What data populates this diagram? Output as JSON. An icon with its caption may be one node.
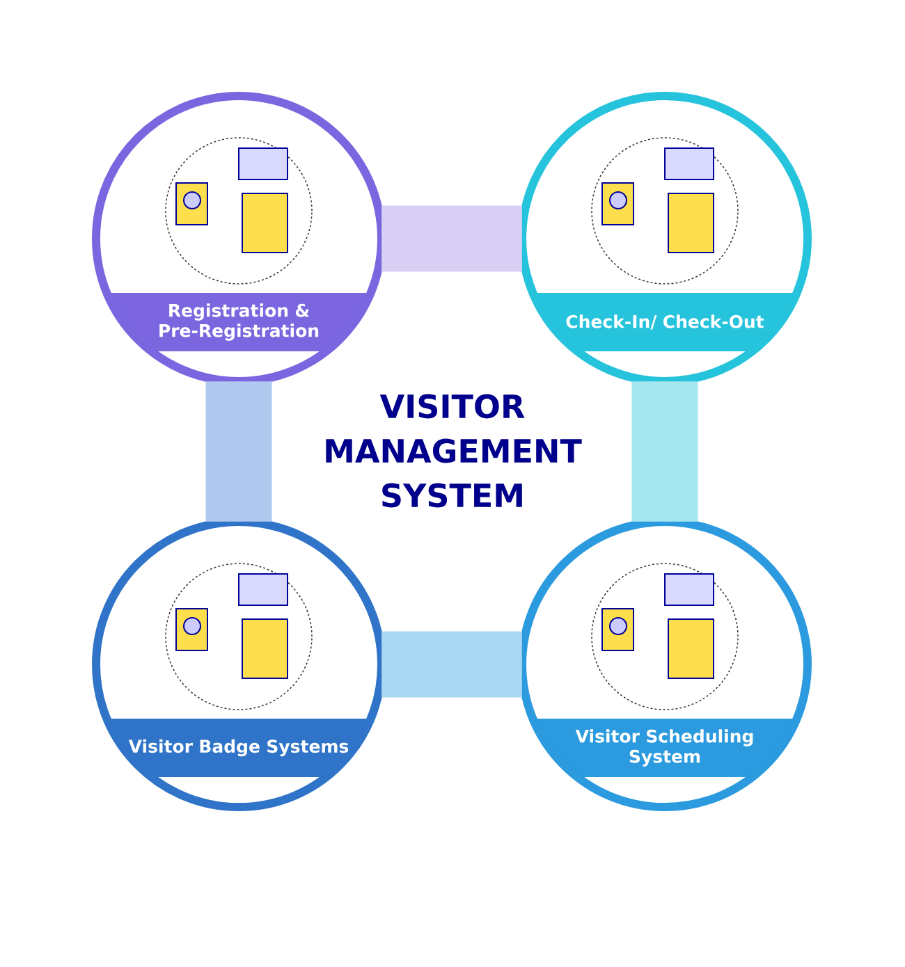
{
  "diagram": {
    "title": "VISITOR MANAGEMENT SYSTEM",
    "nodes": [
      {
        "text": [
          "Registration & Pre-Registration"
        ]
      },
      {
        "text": [
          "Check-In/ Check-Out"
        ]
      },
      {
        "text": [
          "Visitor Badge Systems"
        ]
      },
      {
        "text": [
          "Visitor Scheduling System"
        ]
      }
    ],
    "edges": [
      {
        "from": 0,
        "to": 1,
        "arrow": "none",
        "color": "#d8d0f5"
      },
      {
        "from": 0,
        "to": 2,
        "arrow": "none",
        "color": "#b0c9ef"
      },
      {
        "from": 1,
        "to": 3,
        "arrow": "none",
        "color": "#a6e7ef"
      },
      {
        "from": 2,
        "to": 3,
        "arrow": "none",
        "color": "#a9d8f3"
      }
    ]
  }
}
